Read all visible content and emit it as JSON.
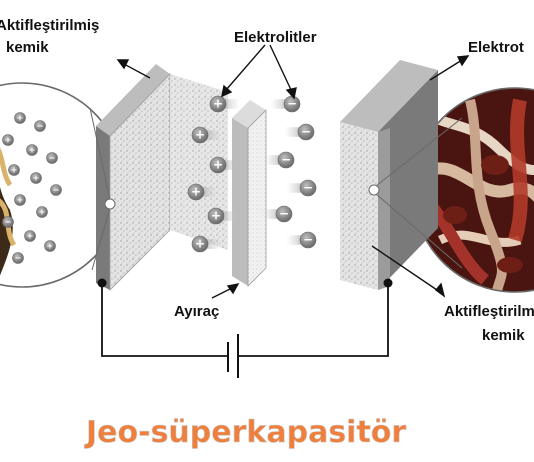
{
  "labels": {
    "top_left": "Aktifleştirilmiş",
    "top_left_2": "kemik",
    "electrolytes": "Elektrolitler",
    "electrode": "Elektrot",
    "separator": "Ayıraç",
    "bottom_right": "Aktifleştirilmiş",
    "bottom_right_2": "kemik"
  },
  "title": "Jeo-süperkapasitör",
  "colors": {
    "title": "#f07f3c",
    "plate_face": "#d9d9d9",
    "plate_side": "#8c8c8c",
    "ion": "#8a8a8a",
    "bone": "#b23a2a"
  },
  "ion_signs": {
    "positive": "+",
    "negative": "−"
  }
}
